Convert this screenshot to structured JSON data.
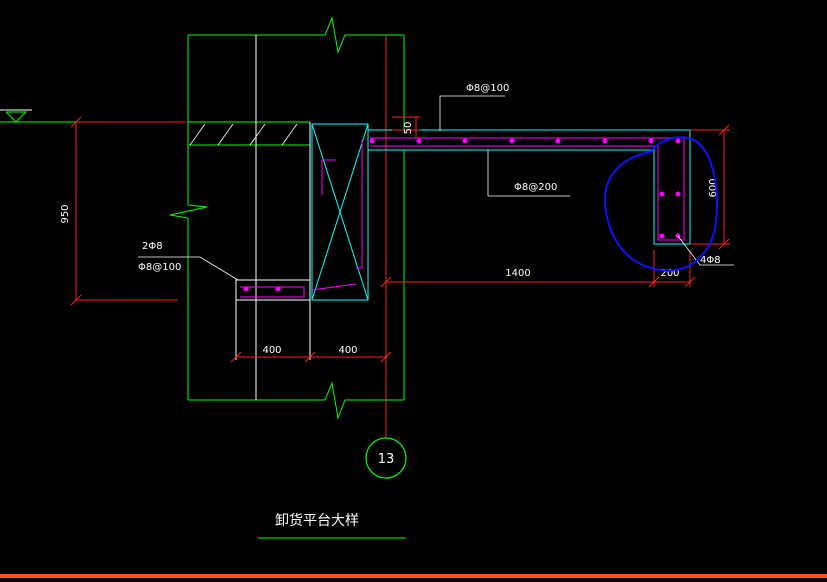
{
  "drawing": {
    "title": "卸货平台大样",
    "axis_label": "13"
  },
  "dimensions": {
    "height_950": "950",
    "thick_50": "50",
    "span_1400": "1400",
    "beam_width_200": "200",
    "beam_depth_600": "600",
    "wall_400_left": "400",
    "wall_400_right": "400"
  },
  "rebar_notes": {
    "slab_top": "Φ8@100",
    "slab_bottom": "Φ8@200",
    "ledge_bars": "2Φ8",
    "ledge_stirrup": "Φ8@100",
    "beam_bars": "4Φ8"
  },
  "colors": {
    "background": "#000000",
    "outline_green": "#00ff00",
    "dim_red": "#ff2020",
    "rebar_magenta": "#ff00ff",
    "concrete_cyan": "#00ffff",
    "axis_red": "#ff2020",
    "markup_blue": "#0000ff",
    "bottom_bar": "#ff5a14"
  }
}
